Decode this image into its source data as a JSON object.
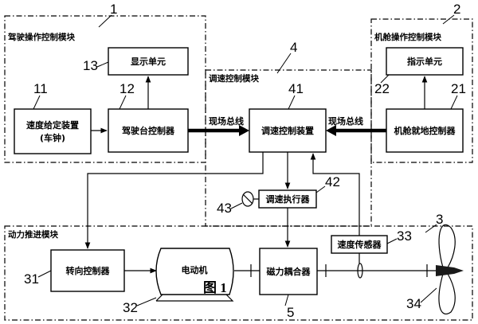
{
  "modules": {
    "cockpit": "驾驶操作控制模块",
    "cabin": "机舱操作控制模块",
    "speed": "调速控制模块",
    "power": "动力推进模块"
  },
  "blocks": {
    "display_unit": "显示单元",
    "speed_setter_line1": "速度给定装置",
    "speed_setter_line2": "(车钟)",
    "bridge_controller": "驾驶台控制器",
    "speed_control_device": "调速控制装置",
    "indicator_unit": "指示单元",
    "cabin_local_controller": "机舱就地控制器",
    "speed_actuator": "调速执行器",
    "speed_sensor": "速度传感器",
    "steering_controller": "转向控制器",
    "motor": "电动机",
    "magnetic_coupler": "磁力耦合器"
  },
  "bus_labels": {
    "left": "现场总线",
    "right": "现场总线"
  },
  "refs": {
    "r1": "1",
    "r2": "2",
    "r3": "3",
    "r4": "4",
    "r5": "5",
    "r11": "11",
    "r12": "12",
    "r13": "13",
    "r21": "21",
    "r22": "22",
    "r31": "31",
    "r32": "32",
    "r33": "33",
    "r34": "34",
    "r41": "41",
    "r42": "42",
    "r43": "43"
  },
  "figure_label": "图 1"
}
